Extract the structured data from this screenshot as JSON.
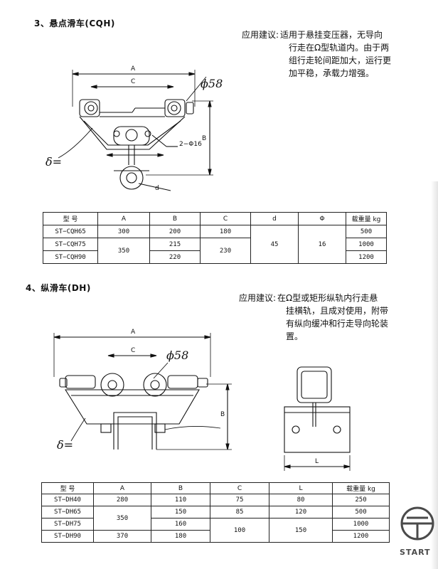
{
  "section1": {
    "title": "3、悬点滑车(CQH)",
    "advice_label": "应用建议:",
    "advice_lines": [
      "适用于悬挂变压器，无导向",
      "行走在Ω型轨道内。由于两",
      "组行走轮间距加大，运行更",
      "加平稳，承载力增强。"
    ],
    "labels": {
      "A": "A",
      "C": "C",
      "B": "B",
      "d": "d",
      "hole": "2−Φ16",
      "phi_hand": "ϕ58",
      "delta_hand": "δ="
    },
    "table": {
      "headers": [
        "型 号",
        "A",
        "B",
        "C",
        "d",
        "Φ",
        "载重量 kg"
      ],
      "rows": [
        {
          "model": "ST−CQH65",
          "A": "300",
          "B": "200",
          "C": "180",
          "load": "500"
        },
        {
          "model": "ST−CQH75",
          "B": "215",
          "load": "1000"
        },
        {
          "model": "ST−CQH90",
          "B": "220",
          "load": "1200"
        }
      ],
      "merged": {
        "A_75_90": "350",
        "C_75_90": "230",
        "d_all": "45",
        "phi_all": "16"
      }
    }
  },
  "section2": {
    "title": "4、纵滑车(DH)",
    "advice_label": "应用建议:",
    "advice_lines": [
      "在Ω型或矩形纵轨内行走悬",
      "挂横轨，且成对使用，附带",
      "有纵向缓冲和行走导向轮装",
      "置。"
    ],
    "labels": {
      "A": "A",
      "C": "C",
      "B": "B",
      "L": "L",
      "phi_hand": "ϕ58",
      "delta_hand": "δ="
    },
    "table": {
      "headers": [
        "型 号",
        "A",
        "B",
        "C",
        "L",
        "载重量 kg"
      ],
      "rows": [
        {
          "model": "ST−DH40",
          "A": "280",
          "B": "110",
          "C": "75",
          "L": "80",
          "load": "250"
        },
        {
          "model": "ST−DH65",
          "B": "150",
          "C": "85",
          "L": "120",
          "load": "500"
        },
        {
          "model": "ST−DH75",
          "B": "160",
          "load": "1000"
        },
        {
          "model": "ST−DH90",
          "A": "370",
          "B": "180",
          "load": "1200"
        }
      ],
      "merged": {
        "A_65_75": "350",
        "C_75_90": "100",
        "L_75_90": "150"
      }
    }
  },
  "logo": {
    "text": "START",
    "color": "#4a4a4a"
  }
}
